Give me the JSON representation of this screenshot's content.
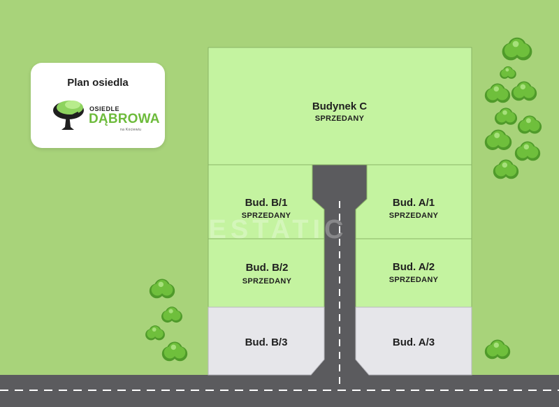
{
  "logo": {
    "card_title": "Plan osiedla",
    "brand_small": "OSIEDLE",
    "brand_big": "DĄBROWA",
    "brand_sub": "na Kociewiu"
  },
  "watermark": "ESTATIC",
  "plots": [
    {
      "id": "budynek-c",
      "title": "Budynek C",
      "status": "SPRZEDANY",
      "sold": true
    },
    {
      "id": "bud-b1",
      "title": "Bud. B/1",
      "status": "SPRZEDANY",
      "sold": true
    },
    {
      "id": "bud-a1",
      "title": "Bud. A/1",
      "status": "SPRZEDANY",
      "sold": true
    },
    {
      "id": "bud-b2",
      "title": "Bud. B/2",
      "status": "SPRZEDANY",
      "sold": true
    },
    {
      "id": "bud-a2",
      "title": "Bud. A/2",
      "status": "SPRZEDANY",
      "sold": true
    },
    {
      "id": "bud-b3",
      "title": "Bud. B/3",
      "status": "",
      "sold": false
    },
    {
      "id": "bud-a3",
      "title": "Bud. A/3",
      "status": "",
      "sold": false
    }
  ],
  "colors": {
    "background": "#a8d37a",
    "sold_plot": "#c4f3a0",
    "available_plot": "#e6e6ea",
    "road": "#5b5b5e",
    "road_marking": "#ffffff",
    "bush": "#6fbf3c"
  }
}
